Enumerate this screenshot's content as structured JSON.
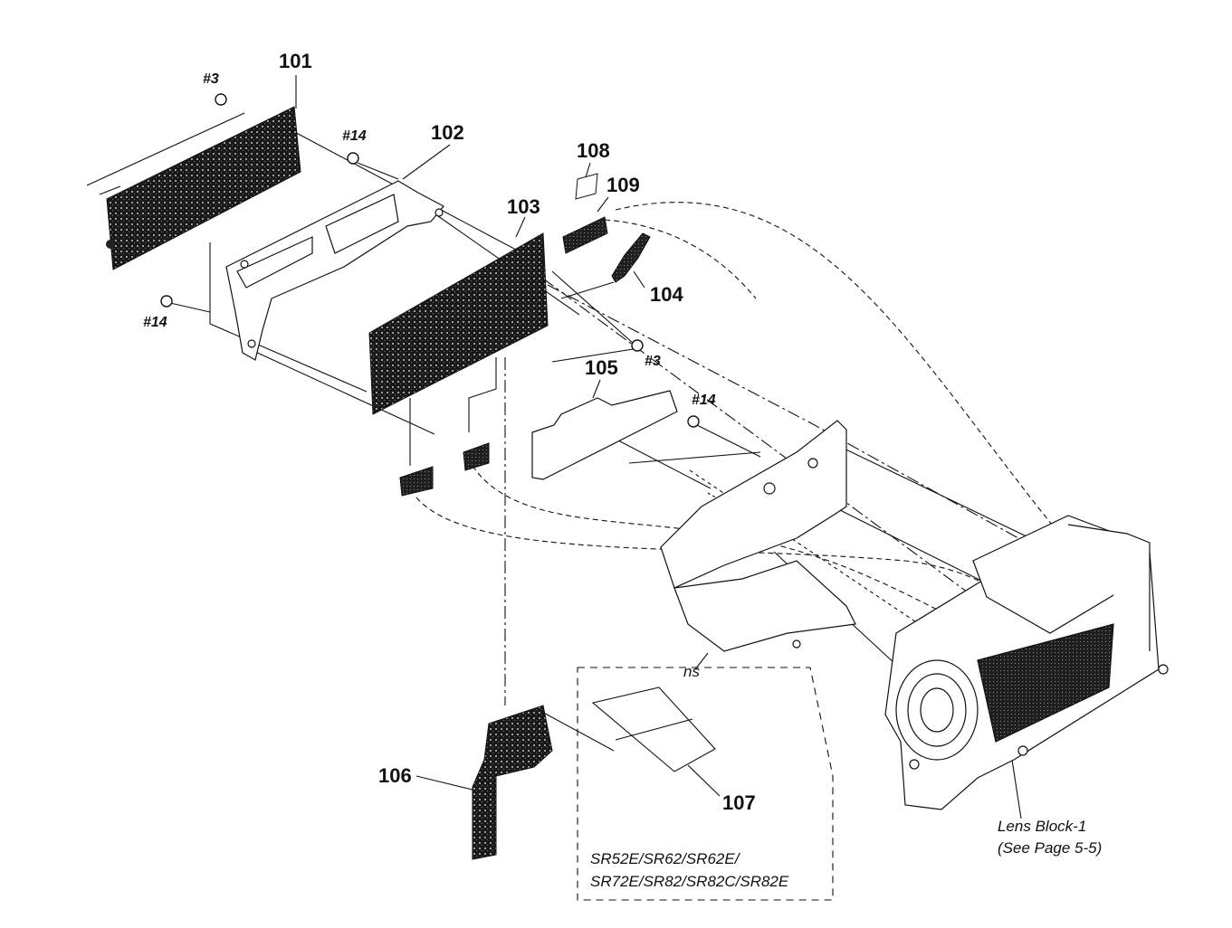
{
  "diagram": {
    "parts": [
      {
        "id": "101",
        "label": "101"
      },
      {
        "id": "102",
        "label": "102"
      },
      {
        "id": "103",
        "label": "103"
      },
      {
        "id": "104",
        "label": "104"
      },
      {
        "id": "105",
        "label": "105"
      },
      {
        "id": "106",
        "label": "106"
      },
      {
        "id": "107",
        "label": "107"
      },
      {
        "id": "108",
        "label": "108"
      },
      {
        "id": "109",
        "label": "109"
      }
    ],
    "screws": [
      {
        "id": "screw-a",
        "label": "#3"
      },
      {
        "id": "screw-b",
        "label": "#14"
      },
      {
        "id": "screw-c",
        "label": "#14"
      },
      {
        "id": "screw-d",
        "label": "#3"
      },
      {
        "id": "screw-e",
        "label": "#14"
      }
    ],
    "ns_label": "ns",
    "lens_block": {
      "line1": "Lens Block-1",
      "line2": "(See Page 5-5)"
    },
    "model_note": {
      "line1": "SR52E/SR62/SR62E/",
      "line2": "SR72E/SR82/SR82C/SR82E"
    }
  }
}
